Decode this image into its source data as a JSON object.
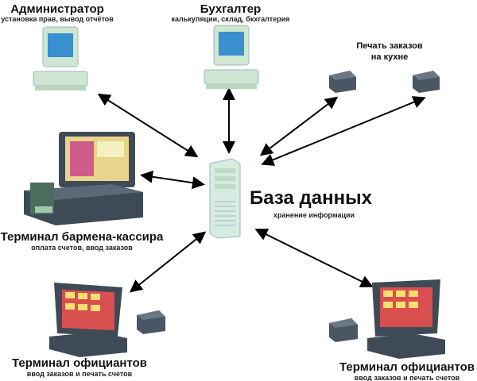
{
  "nodes": {
    "admin": {
      "title": "Администратор",
      "subtitle": "установка прав, вывод отчётов"
    },
    "accountant": {
      "title": "Бухгалтер",
      "subtitle": "калькуляции, склад, бкхгалтерия"
    },
    "kitchen": {
      "title_line1": "Печать заказов",
      "title_line2": "на кухне"
    },
    "database": {
      "title": "База данных",
      "subtitle": "хранение информации"
    },
    "bartender": {
      "title": "Терминал бармена-кассира",
      "subtitle": "оплата счетов, ввод заказов"
    },
    "waiter_left": {
      "title": "Терминал официантов",
      "subtitle": "ввод заказов и печать счетов"
    },
    "waiter_right": {
      "title": "Терминал официантов",
      "subtitle": "ввод заказов и печать счетов"
    }
  },
  "colors": {
    "monitor_body": "#cfe6d2",
    "screen": "#3a8fd0",
    "server": "#d6ece0",
    "printer": "#4a5663",
    "terminal": "#3f4a57",
    "arrow": "#000000"
  }
}
